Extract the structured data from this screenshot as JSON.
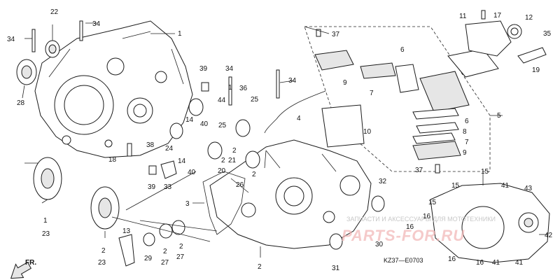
{
  "callouts": [
    {
      "id": "c1",
      "text": "1"
    },
    {
      "id": "c22",
      "text": "22"
    },
    {
      "id": "c34a",
      "text": "34"
    },
    {
      "id": "c34b",
      "text": "34"
    },
    {
      "id": "c28",
      "text": "28"
    },
    {
      "id": "c39",
      "text": "39"
    },
    {
      "id": "c34c",
      "text": "34"
    },
    {
      "id": "c44",
      "text": "44"
    },
    {
      "id": "c1b",
      "text": "1"
    },
    {
      "id": "c36",
      "text": "36"
    },
    {
      "id": "c25a",
      "text": "25"
    },
    {
      "id": "c34d",
      "text": "34"
    },
    {
      "id": "c14a",
      "text": "14"
    },
    {
      "id": "c40a",
      "text": "40"
    },
    {
      "id": "c25b",
      "text": "25"
    },
    {
      "id": "c24",
      "text": "24"
    },
    {
      "id": "c14b",
      "text": "14"
    },
    {
      "id": "c38",
      "text": "38"
    },
    {
      "id": "c18",
      "text": "18"
    },
    {
      "id": "c40b",
      "text": "40"
    },
    {
      "id": "c2a",
      "text": "2"
    },
    {
      "id": "c20",
      "text": "20"
    },
    {
      "id": "c2b",
      "text": "2"
    },
    {
      "id": "c21",
      "text": "21"
    },
    {
      "id": "c39b",
      "text": "39"
    },
    {
      "id": "c33",
      "text": "33"
    },
    {
      "id": "c2c",
      "text": "2"
    },
    {
      "id": "c26",
      "text": "26"
    },
    {
      "id": "c4",
      "text": "4"
    },
    {
      "id": "c10",
      "text": "10"
    },
    {
      "id": "c37a",
      "text": "37"
    },
    {
      "id": "c11",
      "text": "11"
    },
    {
      "id": "c17",
      "text": "17"
    },
    {
      "id": "c12",
      "text": "12"
    },
    {
      "id": "c35",
      "text": "35"
    },
    {
      "id": "c6a",
      "text": "6"
    },
    {
      "id": "c9a",
      "text": "9"
    },
    {
      "id": "c7a",
      "text": "7"
    },
    {
      "id": "c19",
      "text": "19"
    },
    {
      "id": "c5",
      "text": "5"
    },
    {
      "id": "c6b",
      "text": "6"
    },
    {
      "id": "c8",
      "text": "8"
    },
    {
      "id": "c7b",
      "text": "7"
    },
    {
      "id": "c9b",
      "text": "9"
    },
    {
      "id": "c37b",
      "text": "37"
    },
    {
      "id": "c15a",
      "text": "15"
    },
    {
      "id": "c15b",
      "text": "15"
    },
    {
      "id": "c15c",
      "text": "15"
    },
    {
      "id": "c41a",
      "text": "41"
    },
    {
      "id": "c43",
      "text": "43"
    },
    {
      "id": "c16a",
      "text": "16"
    },
    {
      "id": "c16b",
      "text": "16"
    },
    {
      "id": "c16c",
      "text": "16"
    },
    {
      "id": "c16d",
      "text": "16"
    },
    {
      "id": "c42",
      "text": "42"
    },
    {
      "id": "c41b",
      "text": "41"
    },
    {
      "id": "c41c",
      "text": "41"
    },
    {
      "id": "c32",
      "text": "32"
    },
    {
      "id": "c30",
      "text": "30"
    },
    {
      "id": "c31",
      "text": "31"
    },
    {
      "id": "c3",
      "text": "3"
    },
    {
      "id": "c2d",
      "text": "2"
    },
    {
      "id": "c1c",
      "text": "1"
    },
    {
      "id": "c23a",
      "text": "23"
    },
    {
      "id": "c2e",
      "text": "2"
    },
    {
      "id": "c23b",
      "text": "23"
    },
    {
      "id": "c13",
      "text": "13"
    },
    {
      "id": "c29",
      "text": "29"
    },
    {
      "id": "c2f",
      "text": "2"
    },
    {
      "id": "c27a",
      "text": "27"
    },
    {
      "id": "c2g",
      "text": "2"
    },
    {
      "id": "c27b",
      "text": "27"
    }
  ],
  "direction_label": "FR.",
  "drawing_code": "KZ37—E0703",
  "watermark_text": "ЗАПЧАСТИ И АКСЕССУАРЫ ДЛЯ МОТОТЕХНИКИ",
  "watermark_brand": "PARTS-FOR.RU"
}
